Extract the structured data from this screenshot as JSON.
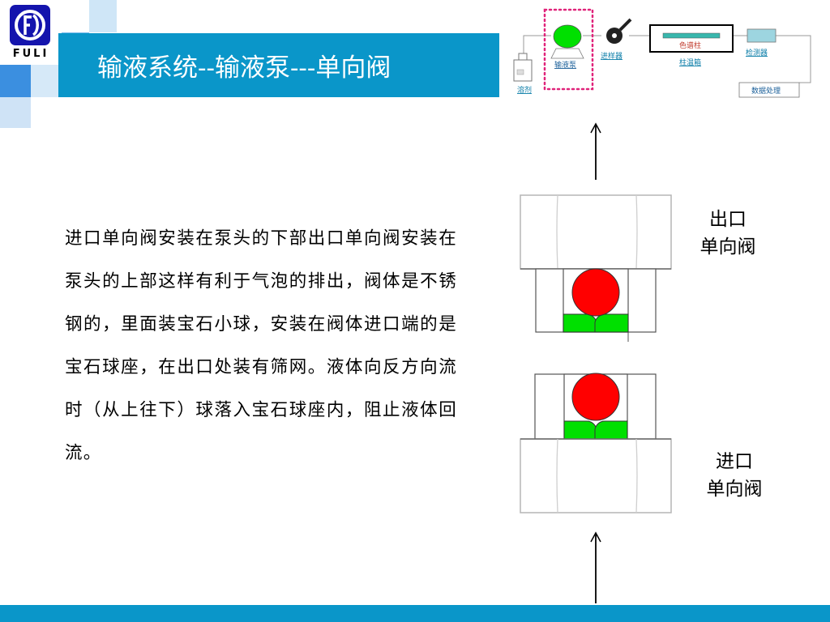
{
  "brand": {
    "logo_text": "FULI"
  },
  "title": "输液系统--输液泵---单向阀",
  "body_text": "进口单向阀安装在泵头的下部出口单向阀安装在泵头的上部这样有利于气泡的排出，阀体是不锈钢的，里面装宝石小球，安装在阀体进口端的是宝石球座，在出口处装有筛网。液体向反方向流时（从上往下）球落入宝石球座内，阻止液体回流。",
  "valves": {
    "outlet_label_line1": "出口",
    "outlet_label_line2": "单向阀",
    "inlet_label_line1": "进口",
    "inlet_label_line2": "单向阀"
  },
  "flow_diagram": {
    "solvent": "溶剂",
    "pump": "输液泵",
    "injector": "进样器",
    "column": "色谱柱",
    "column_oven": "柱温箱",
    "detector": "检测器",
    "data_processing": "数据处理"
  },
  "colors": {
    "accent": "#0a96c9",
    "logo": "#1414ad",
    "ball": "#ff0000",
    "seat": "#00e000",
    "highlight": "#e0237a"
  }
}
